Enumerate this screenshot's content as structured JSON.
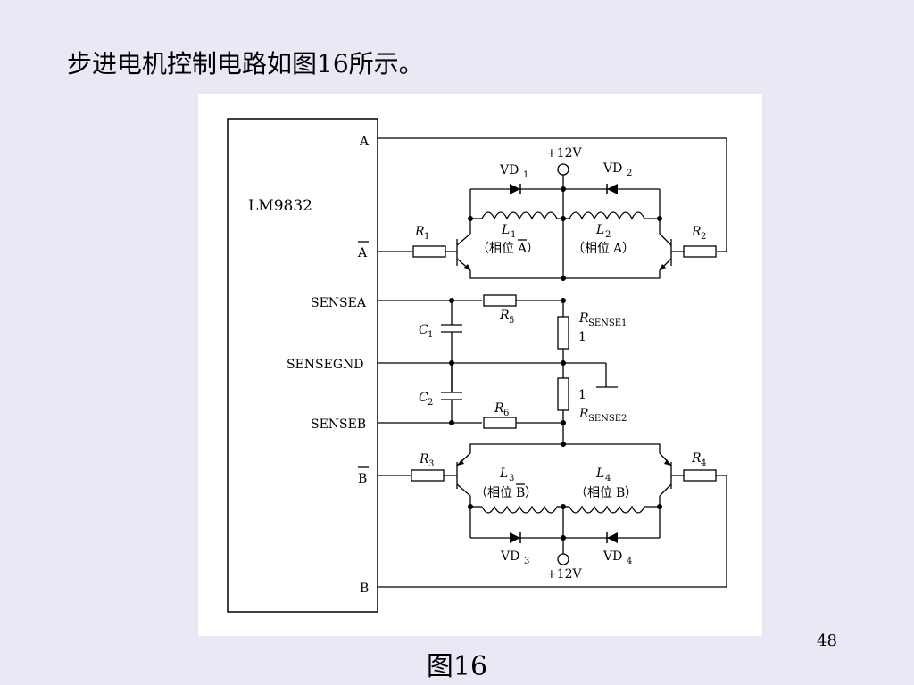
{
  "slide": {
    "heading": "步进电机控制电路如图16所示。",
    "caption": "图16",
    "page_number": "48"
  },
  "diagram": {
    "chip_name": "LM9832",
    "pins": {
      "a": "A",
      "a_bar": "A",
      "sensea": "SENSEA",
      "sensegnd": "SENSEGND",
      "senseb": "SENSEB",
      "b_bar": "B",
      "b": "B"
    },
    "supply": "+12V",
    "diodes": [
      "VD",
      "VD",
      "VD",
      "VD"
    ],
    "diode_subs": [
      "1",
      "2",
      "3",
      "4"
    ],
    "coils": [
      {
        "name": "L",
        "sub": "1",
        "phase_prefix": "（相位",
        "phase": "A",
        "phase_suffix": "）"
      },
      {
        "name": "L",
        "sub": "2",
        "phase_prefix": "（相位",
        "phase": "A",
        "phase_suffix": "）"
      },
      {
        "name": "L",
        "sub": "3",
        "phase_prefix": "（相位",
        "phase": "B",
        "phase_suffix": "）"
      },
      {
        "name": "L",
        "sub": "4",
        "phase_prefix": "（相位",
        "phase": "B",
        "phase_suffix": "）"
      }
    ],
    "resistors": [
      "R",
      "R",
      "R",
      "R",
      "R",
      "R"
    ],
    "resistor_subs": [
      "1",
      "2",
      "3",
      "4",
      "5",
      "6"
    ],
    "capacitors": [
      "C",
      "C"
    ],
    "capacitor_subs": [
      "1",
      "2"
    ],
    "sense_resistor": {
      "name": "R",
      "sub1": "SENSE1",
      "sub2": "SENSE2",
      "value": "1"
    }
  }
}
